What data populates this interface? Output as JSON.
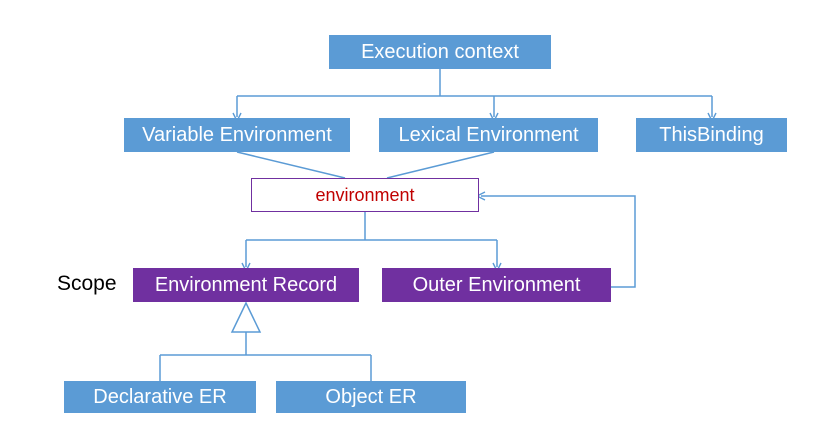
{
  "nodes": {
    "execution_context": "Execution context",
    "variable_environment": "Variable Environment",
    "lexical_environment": "Lexical Environment",
    "this_binding": "ThisBinding",
    "environment": "environment",
    "environment_record": "Environment Record",
    "outer_environment": "Outer Environment",
    "declarative_er": "Declarative ER",
    "object_er": "Object ER"
  },
  "labels": {
    "scope": "Scope"
  },
  "colors": {
    "box_blue": "#5b9bd5",
    "box_purple": "#7030a0",
    "connector": "#5b9bd5",
    "environment_text": "#c00000"
  }
}
